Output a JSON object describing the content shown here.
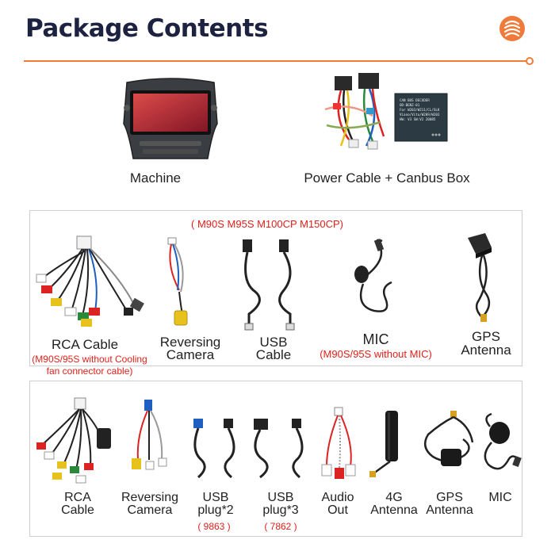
{
  "header": {
    "title": "Package Contents",
    "accent_color": "#f07a3a",
    "title_color": "#1c2240",
    "logo_icon": "spring-logo-icon"
  },
  "top_items": [
    {
      "label": "Machine",
      "icon": "head-unit-icon"
    },
    {
      "label": "Power Cable + Canbus Box",
      "icon": "power-cable-canbus-icon"
    }
  ],
  "canbus_box_text": [
    "CAN BUS DECODER",
    "OD-BENZ-01",
    "For W203/W211/CL/SLK",
    "Viano/Vito/W209/W203",
    "HW: V3 SW:V2 20085"
  ],
  "panel1": {
    "models_note": "( M90S M95S M100CP M150CP)",
    "items": [
      {
        "label": "RCA Cable",
        "icon": "rca-cable-icon"
      },
      {
        "label": "Reversing\nCamera",
        "icon": "reversing-camera-cable-icon"
      },
      {
        "label": "USB\nCable",
        "icon": "usb-cable-icon"
      },
      {
        "label": "MIC",
        "icon": "mic-icon"
      },
      {
        "label": "GPS\nAntenna",
        "icon": "gps-antenna-icon"
      }
    ],
    "rca_note": "(M90S/95S without Cooling\nfan connector cable)",
    "mic_note": "(M90S/95S without MIC)"
  },
  "panel2": {
    "items": [
      {
        "label": "RCA\nCable",
        "icon": "rca-cable-icon"
      },
      {
        "label": "Reversing\nCamera",
        "icon": "reversing-camera-cable-icon"
      },
      {
        "label": "USB\nplug*2",
        "icon": "usb-plug-icon"
      },
      {
        "label": "USB\nplug*3",
        "icon": "usb-plug-icon"
      },
      {
        "label": "Audio\nOut",
        "icon": "audio-out-icon"
      },
      {
        "label": "4G\nAntenna",
        "icon": "4g-antenna-icon"
      },
      {
        "label": "GPS\nAntenna",
        "icon": "gps-antenna-icon"
      },
      {
        "label": "MIC",
        "icon": "mic-icon"
      }
    ],
    "usb2_note": "( 9863 )",
    "usb3_note": "( 7862 )"
  }
}
